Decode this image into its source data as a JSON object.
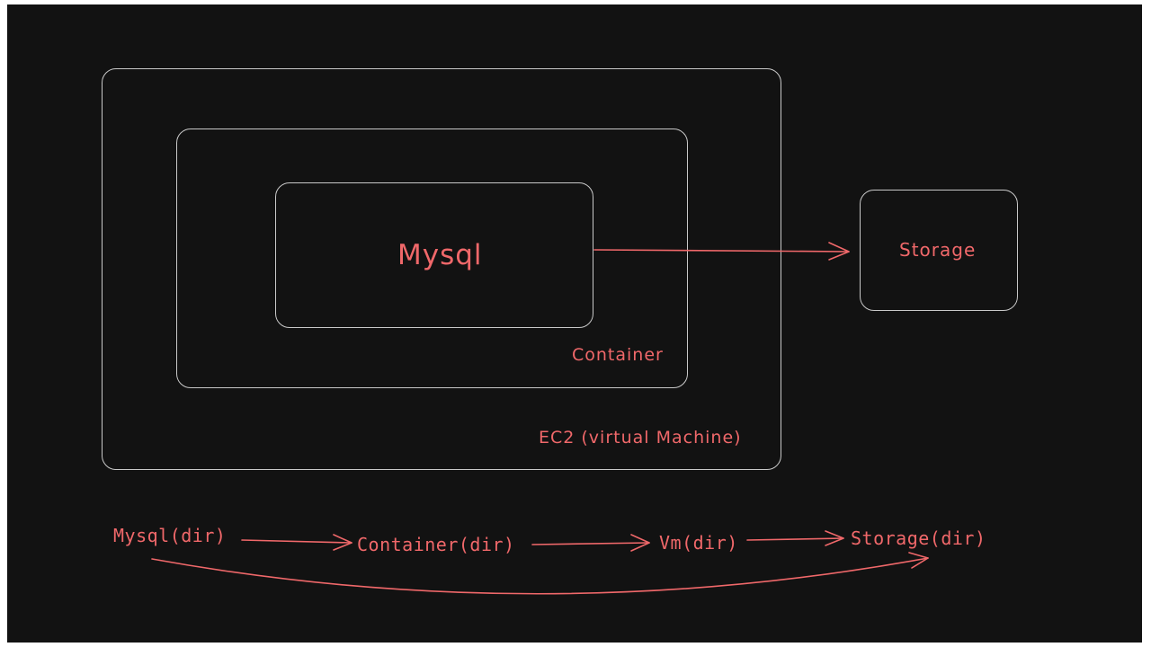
{
  "diagram": {
    "boxes": {
      "ec2": {
        "label": "EC2 (virtual Machine)"
      },
      "container": {
        "label": "Container"
      },
      "mysql": {
        "label": "Mysql"
      },
      "storage": {
        "label": "Storage"
      }
    },
    "flow": {
      "nodes": [
        "Mysql(dir)",
        "Container(dir)",
        "Vm(dir)",
        "Storage(dir)"
      ]
    },
    "colors": {
      "background": "#121212",
      "box_stroke": "#c9c9c9",
      "accent": "#f0686a"
    }
  }
}
